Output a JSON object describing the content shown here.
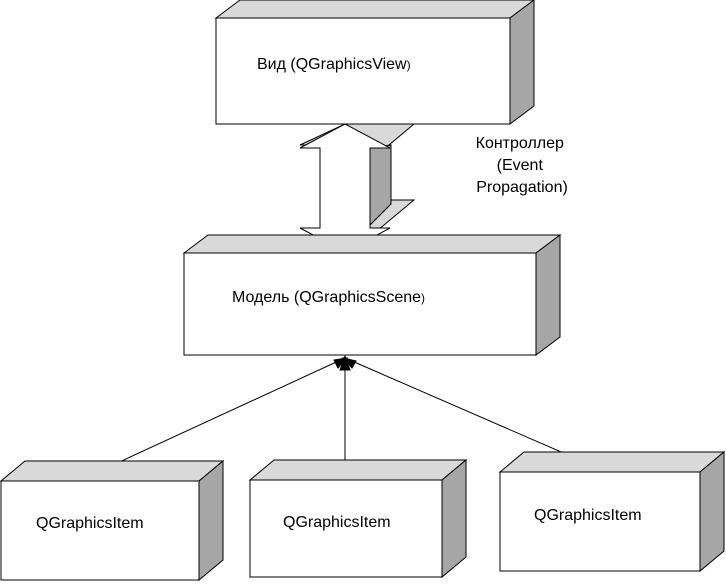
{
  "view": {
    "label": "Вид (QGraphicsView",
    "suffix": ")"
  },
  "model": {
    "label": "Модель (QGraphicsScene",
    "suffix": ")"
  },
  "controller": {
    "line1": "Контроллер",
    "line2": "(Event",
    "line3": "Propagation)"
  },
  "items": [
    {
      "label": "QGraphicsItem"
    },
    {
      "label": "QGraphicsItem"
    },
    {
      "label": "QGraphicsItem"
    }
  ],
  "colors": {
    "box_face": "#ffffff",
    "box_top": "#d9d9d9",
    "box_side": "#a6a6a6",
    "stroke": "#000000"
  }
}
